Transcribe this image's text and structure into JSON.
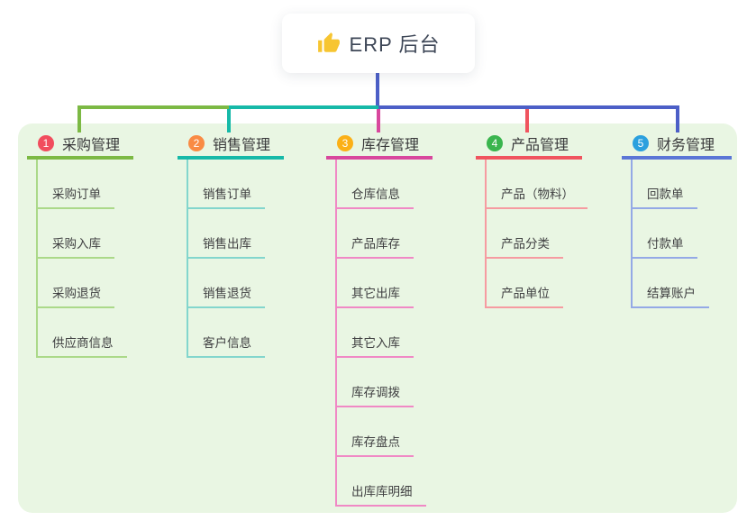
{
  "root": {
    "label": "ERP 后台",
    "icon": "thumbs-up-icon"
  },
  "colors": {
    "panel_bg": "#e9f6e3",
    "trunk": "#4c5fc7",
    "root_text": "#3e4757",
    "thumb_icon": "#f7c531"
  },
  "branches": [
    {
      "number": "1",
      "label": "采购管理",
      "badge_color": "#f14d5d",
      "line_color": "#7cb944",
      "sub_line_color": "#abd989",
      "items": [
        "采购订单",
        "采购入库",
        "采购退货",
        "供应商信息"
      ]
    },
    {
      "number": "2",
      "label": "销售管理",
      "badge_color": "#f98b44",
      "line_color": "#16b9a8",
      "sub_line_color": "#83d6cd",
      "items": [
        "销售订单",
        "销售出库",
        "销售退货",
        "客户信息"
      ]
    },
    {
      "number": "3",
      "label": "库存管理",
      "badge_color": "#fbb017",
      "line_color": "#d8479d",
      "sub_line_color": "#f089c5",
      "items": [
        "仓库信息",
        "产品库存",
        "其它出库",
        "其它入库",
        "库存调拨",
        "库存盘点",
        "出库库明细"
      ]
    },
    {
      "number": "4",
      "label": "产品管理",
      "badge_color": "#3ab54e",
      "line_color": "#f0545f",
      "sub_line_color": "#f69ba1",
      "items": [
        "产品（物料）",
        "产品分类",
        "产品单位"
      ]
    },
    {
      "number": "5",
      "label": "财务管理",
      "badge_color": "#2ba0de",
      "line_color": "#5b76d6",
      "sub_line_color": "#94a9e6",
      "items": [
        "回款单",
        "付款单",
        "结算账户"
      ]
    }
  ]
}
